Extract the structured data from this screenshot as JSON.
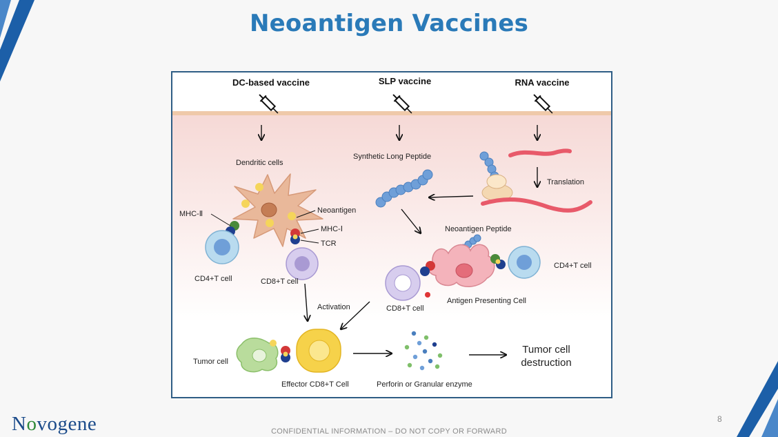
{
  "slide": {
    "title": "Neoantigen Vaccines",
    "page_number": "8",
    "footer": "CONFIDENTIAL INFORMATION – DO NOT COPY OR FORWARD",
    "logo": {
      "part1": "N",
      "part2": "o",
      "part3": "vogene"
    }
  },
  "diagram": {
    "headers": {
      "dc_vaccine": "DC-based vaccine",
      "slp_vaccine": "SLP vaccine",
      "rna_vaccine": "RNA vaccine"
    },
    "labels": {
      "dendritic_cells": "Dendritic cells",
      "synthetic_long_peptide": "Synthetic Long Peptide",
      "translation": "Translation",
      "mhc_ii": "MHC-Ⅱ",
      "neoantigen": "Neoantigen",
      "mhc_i": "MHC-Ⅰ",
      "tcr": "TCR",
      "cd4_left": "CD4+T cell",
      "cd8_left": "CD8+T cell",
      "neoantigen_peptide": "Neoantigen Peptide",
      "cd4_right": "CD4+T cell",
      "cd8_right": "CD8+T cell",
      "apc": "Antigen Presenting Cell",
      "activation": "Activation",
      "tumor_cell": "Tumor cell",
      "effector": "Effector CD8+T Cell",
      "perforin": "Perforin or Granular enzyme",
      "destruction_line1": "Tumor cell",
      "destruction_line2": "destruction"
    },
    "colors": {
      "title": "#2a7ab8",
      "frame": "#2e5d85",
      "skin": "#f6d9d6",
      "dendritic": "#e9b89a",
      "peptide": "#6f9fd8",
      "rna": "#e85a6a",
      "apc": "#f4b3bb",
      "cd4": "#b9dbef",
      "cd8": "#d7cdee",
      "effector": "#f6d24a",
      "tumor": "#b9dc9c"
    }
  }
}
